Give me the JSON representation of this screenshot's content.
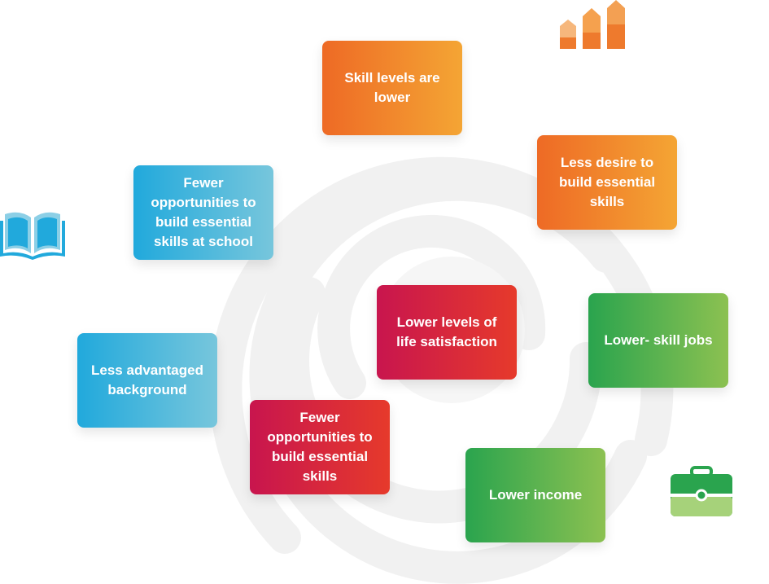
{
  "diagram": {
    "boxes": {
      "skill_levels_lower": "Skill levels are lower",
      "less_desire": "Less desire to build essential skills",
      "fewer_opportunities_school": "Fewer opportunities to build essential skills at school",
      "lower_life_satisfaction": "Lower levels of life satisfaction",
      "lower_skill_jobs": "Lower- skill jobs",
      "less_advantaged": "Less advantaged background",
      "fewer_opportunities": "Fewer opportunities to build essential skills",
      "lower_income": "Lower income"
    },
    "colors": {
      "orange": "#ee6a25",
      "blue": "#21a9dc",
      "red": "#c8154e",
      "green": "#2aa44e",
      "spiral": "#f3f3f3"
    },
    "icons": [
      "bar-chart-arrows-icon",
      "open-book-icon",
      "briefcase-icon"
    ]
  }
}
